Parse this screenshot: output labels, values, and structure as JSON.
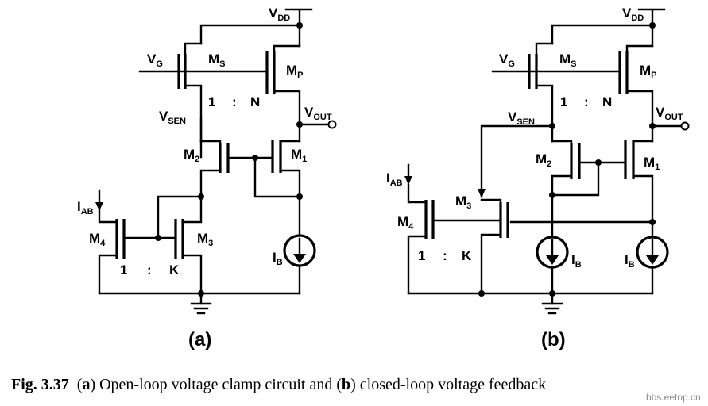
{
  "panel_a": {
    "label": "(a)",
    "vdd": "V",
    "vdd_sub": "DD",
    "vg": "V",
    "vg_sub": "G",
    "ms": "M",
    "ms_sub": "S",
    "mp": "M",
    "mp_sub": "P",
    "ratio_top": [
      "1",
      ":",
      "N"
    ],
    "vsen": "V",
    "vsen_sub": "SEN",
    "vout": "V",
    "vout_sub": "OUT",
    "m2": "M",
    "m2_sub": "2",
    "m1": "M",
    "m1_sub": "1",
    "iab": "I",
    "iab_sub": "AB",
    "m4": "M",
    "m4_sub": "4",
    "m3": "M",
    "m3_sub": "3",
    "ib": "I",
    "ib_sub": "B",
    "ratio_bottom": [
      "1",
      ":",
      "K"
    ]
  },
  "panel_b": {
    "label": "(b)",
    "vdd": "V",
    "vdd_sub": "DD",
    "vg": "V",
    "vg_sub": "G",
    "ms": "M",
    "ms_sub": "S",
    "mp": "M",
    "mp_sub": "P",
    "ratio_top": [
      "1",
      ":",
      "N"
    ],
    "vsen": "V",
    "vsen_sub": "SEN",
    "vout": "V",
    "vout_sub": "OUT",
    "m2": "M",
    "m2_sub": "2",
    "m1": "M",
    "m1_sub": "1",
    "iab": "I",
    "iab_sub": "AB",
    "m4": "M",
    "m4_sub": "4",
    "m3": "M",
    "m3_sub": "3",
    "ib_left": "I",
    "ib_left_sub": "B",
    "ib_right": "I",
    "ib_right_sub": "B",
    "ratio_bottom": [
      "1",
      ":",
      "K"
    ]
  },
  "caption": {
    "fig": "Fig. 3.37",
    "open_paren_a": "(",
    "a": "a",
    "text_a": ") Open-loop voltage clamp circuit and (",
    "b": "b",
    "text_b": ") closed-loop voltage feedback"
  },
  "watermark": "bbs.eetop.cn"
}
